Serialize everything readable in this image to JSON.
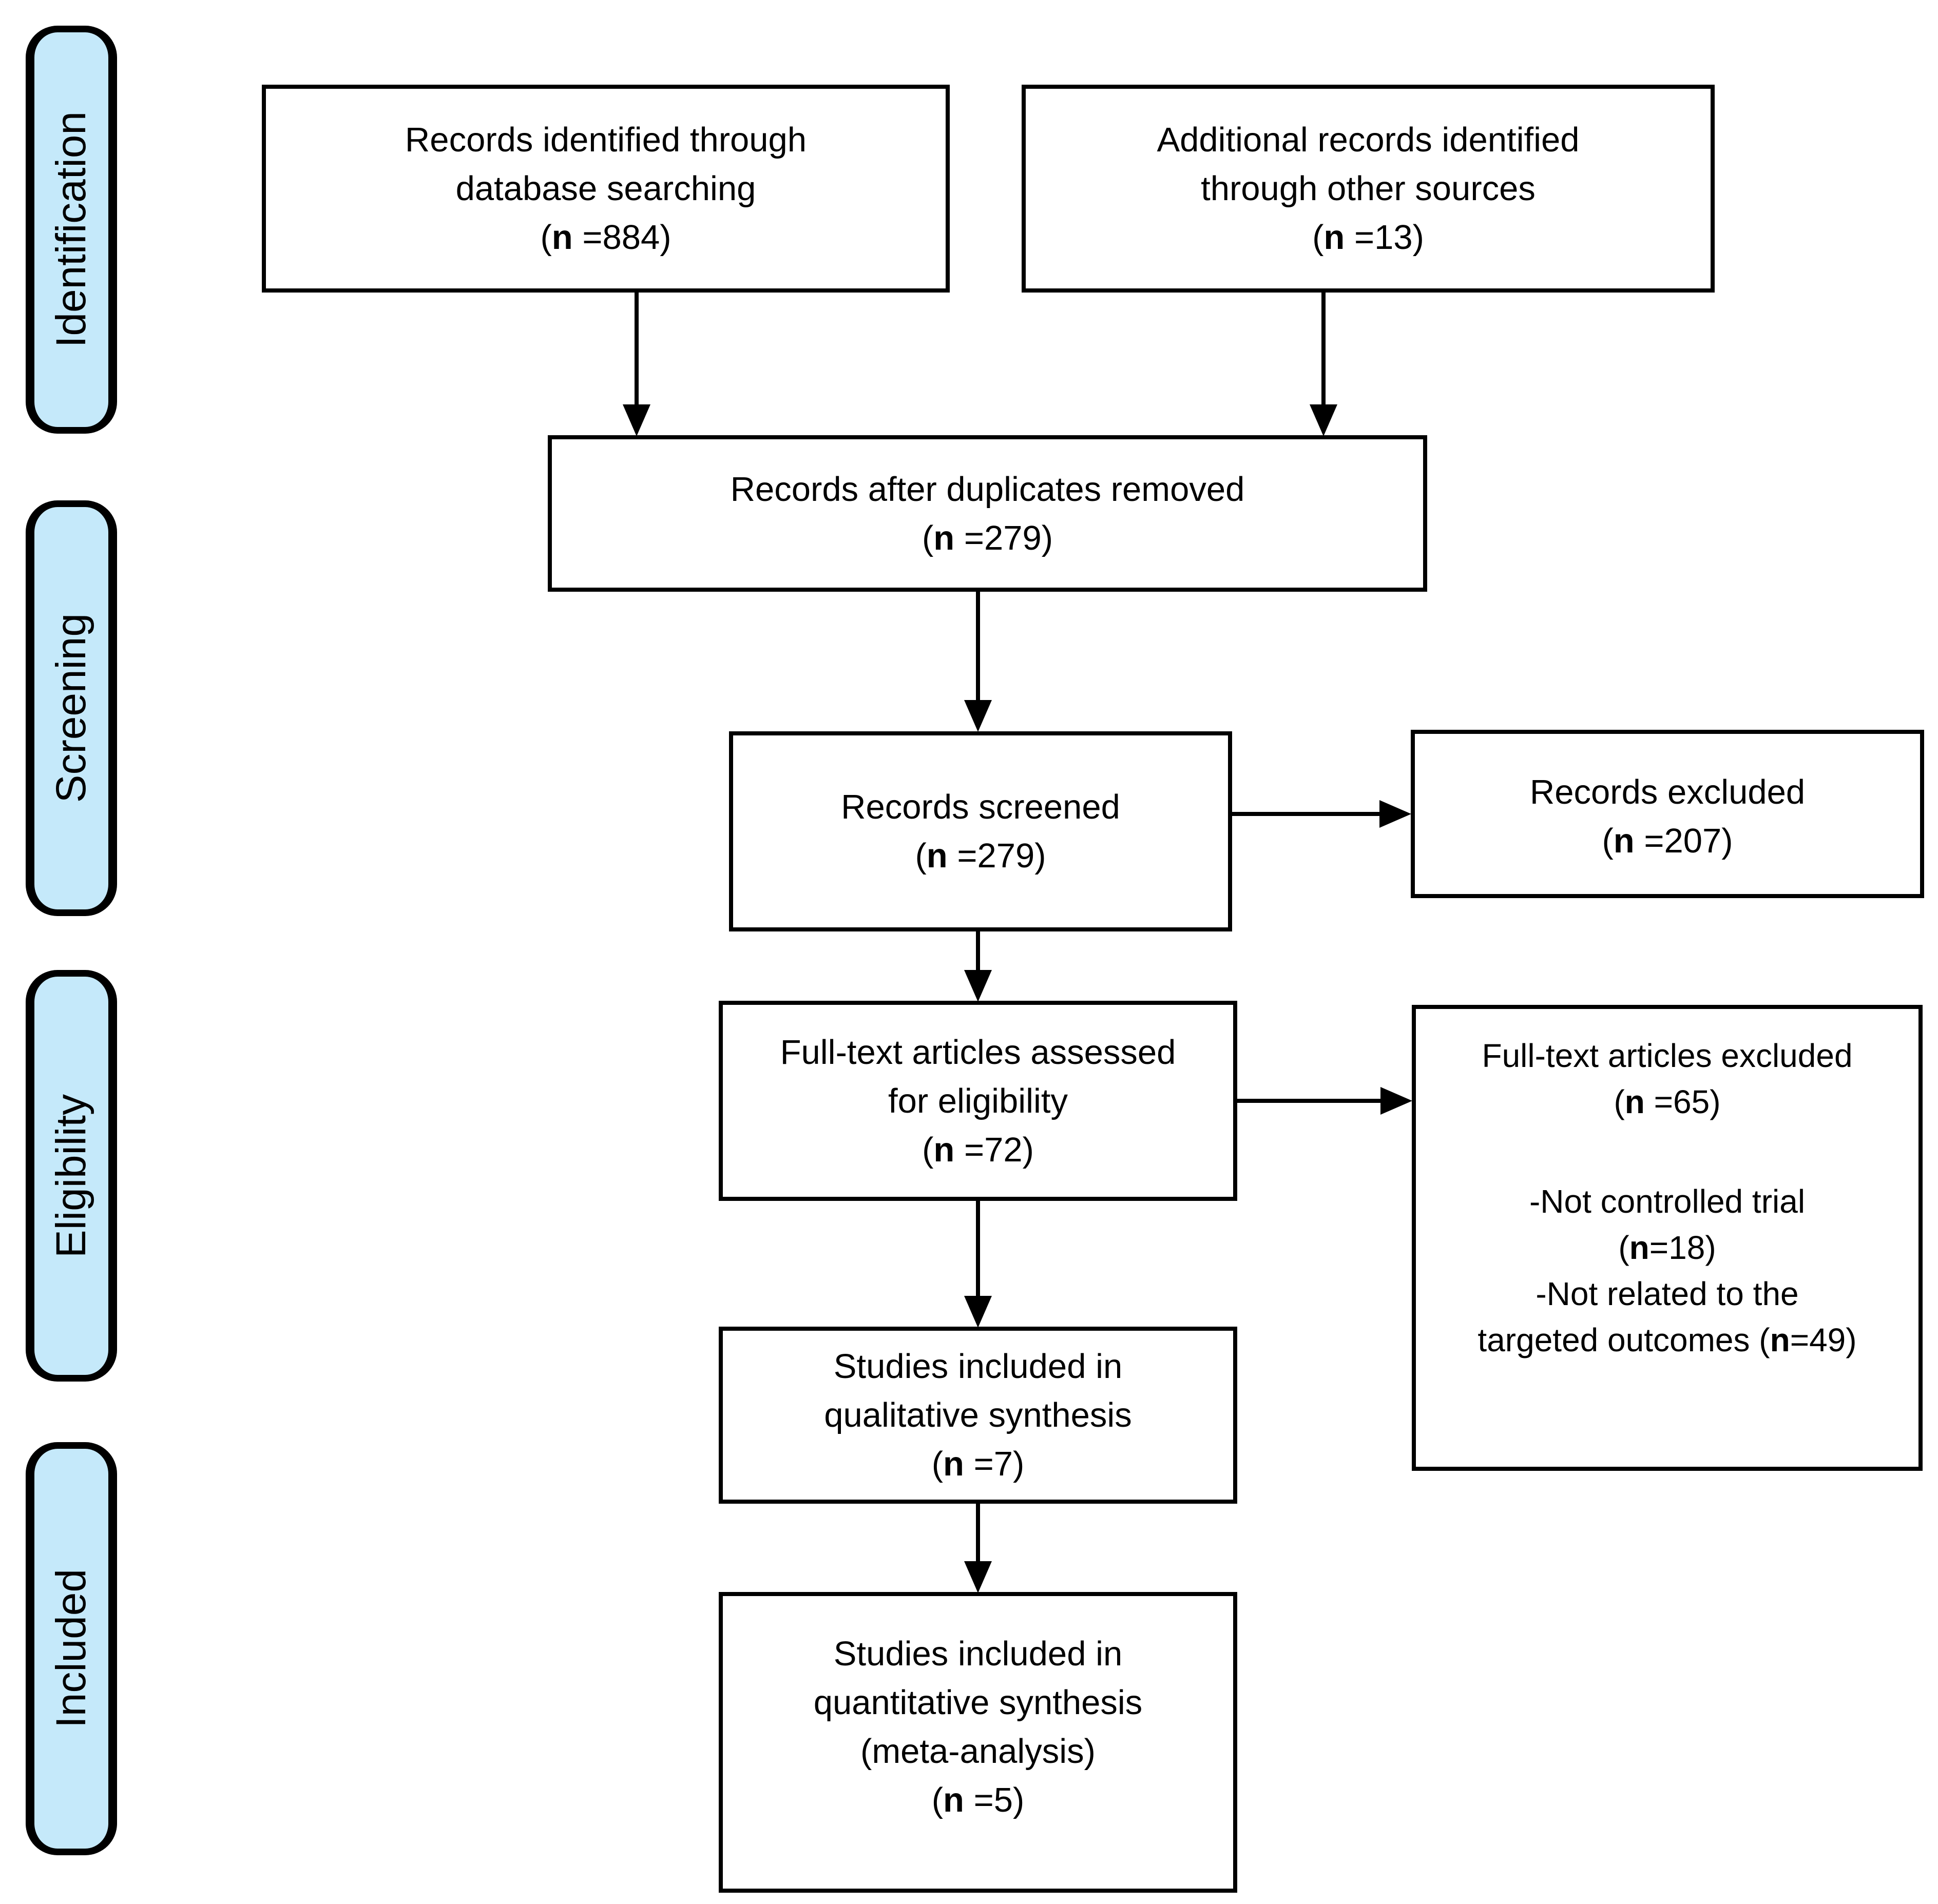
{
  "colors": {
    "sidebar_fill": "#c5e9fa",
    "line_color": "#000000",
    "background": "#ffffff"
  },
  "sidebar": {
    "identification": "Identification",
    "screening": "Screening",
    "eligibility": "Eligibility",
    "included": "Included"
  },
  "boxes": {
    "records_identified": {
      "lines": [
        "Records identified through",
        "database searching",
        "(n =884)"
      ]
    },
    "additional_records": {
      "lines": [
        "Additional records identified",
        "through other sources",
        "(n =13)"
      ]
    },
    "duplicates_removed": {
      "lines": [
        "Records after duplicates removed",
        "(n =279)"
      ]
    },
    "records_screened": {
      "lines": [
        "Records screened",
        "(n =279)"
      ]
    },
    "records_excluded": {
      "lines": [
        "Records excluded",
        "(n =207)"
      ]
    },
    "fulltext_assessed": {
      "lines": [
        "Full-text articles assessed",
        "for eligibility",
        "(n =72)"
      ]
    },
    "fulltext_excluded": {
      "lines": [
        "Full-text articles excluded",
        "(n =65)",
        "",
        "-Not controlled trial",
        "(n=18)",
        "-Not related to the",
        "targeted outcomes (n=49)"
      ]
    },
    "qualitative_synthesis": {
      "lines": [
        "Studies included in",
        "qualitative synthesis",
        "(n =7)"
      ]
    },
    "quantitative_synthesis": {
      "lines": [
        "Studies included in",
        "quantitative synthesis",
        "(meta-analysis)",
        "(n =5)"
      ]
    }
  }
}
